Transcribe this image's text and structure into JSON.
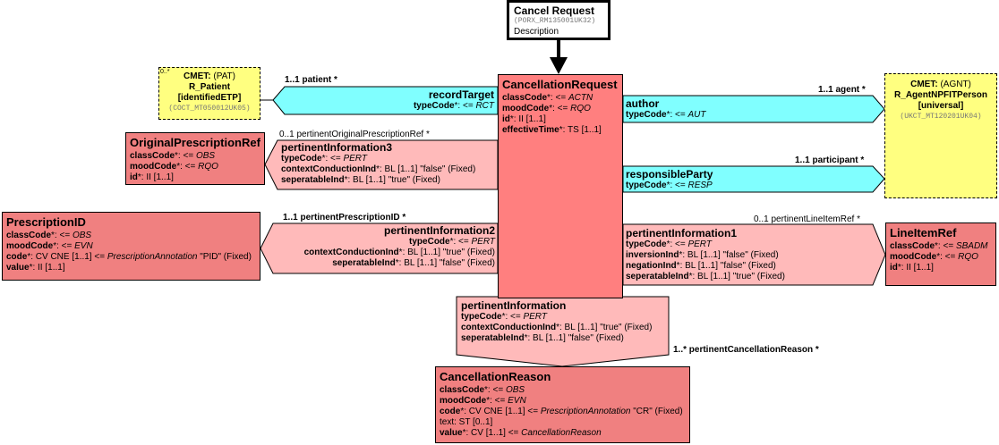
{
  "entry": {
    "title": "Cancel Request",
    "code": "(PORX_RM135001UK32)",
    "desc": "Description"
  },
  "cancellation_request": {
    "title": "CancellationRequest",
    "rows": [
      {
        "name": "classCode",
        "rest": "*: <= ",
        "val": "ACTN"
      },
      {
        "name": "moodCode",
        "rest": "*: <= ",
        "val": "RQO"
      },
      {
        "name": "id",
        "rest": "*: II [1..1]",
        "val": ""
      },
      {
        "name": "effectiveTime",
        "rest": "*: TS [1..1]",
        "val": ""
      }
    ]
  },
  "patient_cmet": {
    "star": "0..*",
    "cmet_label": "CMET:",
    "cmet_code": "(PAT)",
    "name": "R_Patient",
    "qual": "[identifiedETP]",
    "code": "(COCT_MT050012UK05)"
  },
  "agent_cmet": {
    "cmet_label": "CMET:",
    "cmet_code": "(AGNT)",
    "name": "R_AgentNPFITPerson",
    "qual": "[universal]",
    "code": "(UKCT_MT120201UK04)"
  },
  "record_target": {
    "mult": "1..1 patient  *",
    "title": "recordTarget",
    "type_name": "typeCode",
    "type_rest": "*: <= ",
    "type_val": "RCT"
  },
  "author": {
    "mult": "1..1 agent  *",
    "title": "author",
    "type_name": "typeCode",
    "type_rest": "*: <= ",
    "type_val": "AUT"
  },
  "responsible_party": {
    "mult": "1..1 participant  *",
    "title": "responsibleParty",
    "type_name": "typeCode",
    "type_rest": "*: <= ",
    "type_val": "RESP"
  },
  "original_prescription_ref": {
    "title": "OriginalPrescriptionRef",
    "rows": [
      {
        "name": "classCode",
        "rest": "*: <= ",
        "val": "OBS"
      },
      {
        "name": "moodCode",
        "rest": "*: <= ",
        "val": "RQO"
      },
      {
        "name": "id",
        "rest": "*: II [1..1]",
        "val": ""
      }
    ]
  },
  "pertinent_information3": {
    "mult": "0..1 pertinentOriginalPrescriptionRef  *",
    "title": "pertinentInformation3",
    "rows": [
      {
        "name": "typeCode",
        "rest": "*: <= ",
        "val": "PERT"
      },
      {
        "name": "contextConductionInd",
        "rest": "*: BL [1..1] \"false\" (Fixed)",
        "val": ""
      },
      {
        "name": "seperatableInd",
        "rest": "*: BL [1..1] \"true\" (Fixed)",
        "val": ""
      }
    ]
  },
  "prescription_id": {
    "title": "PrescriptionID",
    "rows": [
      {
        "name": "classCode",
        "rest": "*: <= ",
        "val": "OBS"
      },
      {
        "name": "moodCode",
        "rest": "*: <= ",
        "val": "EVN"
      },
      {
        "name": "code",
        "rest": "*: CV CNE [1..1] <= ",
        "val": "PrescriptionAnnotation",
        "tail": " \"PID\" (Fixed)"
      },
      {
        "name": "value",
        "rest": "*: II [1..1]",
        "val": ""
      }
    ]
  },
  "pertinent_information2": {
    "mult": "1..1 pertinentPrescriptionID  *",
    "title": "pertinentInformation2",
    "rows": [
      {
        "name": "typeCode",
        "rest": "*: <= ",
        "val": "PERT"
      },
      {
        "name": "contextConductionInd",
        "rest": "*: BL [1..1] \"true\" (Fixed)",
        "val": ""
      },
      {
        "name": "seperatableInd",
        "rest": "*: BL [1..1] \"false\" (Fixed)",
        "val": ""
      }
    ]
  },
  "pertinent_information1": {
    "mult": "0..1 pertinentLineItemRef  *",
    "title": "pertinentInformation1",
    "rows": [
      {
        "name": "typeCode",
        "rest": "*: <= ",
        "val": "PERT"
      },
      {
        "name": "inversionInd",
        "rest": "*: BL [1..1] \"false\" (Fixed)",
        "val": ""
      },
      {
        "name": "negationInd",
        "rest": "*: BL [1..1] \"false\" (Fixed)",
        "val": ""
      },
      {
        "name": "seperatableInd",
        "rest": "*: BL [1..1] \"true\" (Fixed)",
        "val": ""
      }
    ]
  },
  "line_item_ref": {
    "title": "LineItemRef",
    "rows": [
      {
        "name": "classCode",
        "rest": "*: <= ",
        "val": "SBADM"
      },
      {
        "name": "moodCode",
        "rest": "*: <= ",
        "val": "RQO"
      },
      {
        "name": "id",
        "rest": "*: II [1..1]",
        "val": ""
      }
    ]
  },
  "pertinent_information": {
    "mult": "1..* pertinentCancellationReason  *",
    "title": "pertinentInformation",
    "rows": [
      {
        "name": "typeCode",
        "rest": "*: <= ",
        "val": "PERT"
      },
      {
        "name": "contextConductionInd",
        "rest": "*: BL [1..1] \"true\" (Fixed)",
        "val": ""
      },
      {
        "name": "seperatableInd",
        "rest": "*: BL [1..1] \"false\" (Fixed)",
        "val": ""
      }
    ]
  },
  "cancellation_reason": {
    "title": "CancellationReason",
    "rows": [
      {
        "name": "classCode",
        "rest": "*: <= ",
        "val": "OBS"
      },
      {
        "name": "moodCode",
        "rest": "*: <= ",
        "val": "EVN"
      },
      {
        "name": "code",
        "rest": "*: CV CNE [1..1] <= ",
        "val": "PrescriptionAnnotation",
        "tail": " \"CR\" (Fixed)"
      },
      {
        "name": "text",
        "rest": ": ST [0..1]",
        "val": "",
        "plain": true
      },
      {
        "name": "value",
        "rest": "*: CV [1..1] <= ",
        "val": "CancellationReason"
      }
    ]
  },
  "colors": {
    "act": "#f08080",
    "relationship": "#ffbaba",
    "participation": "#80ffff",
    "cmet": "#ffff80"
  }
}
